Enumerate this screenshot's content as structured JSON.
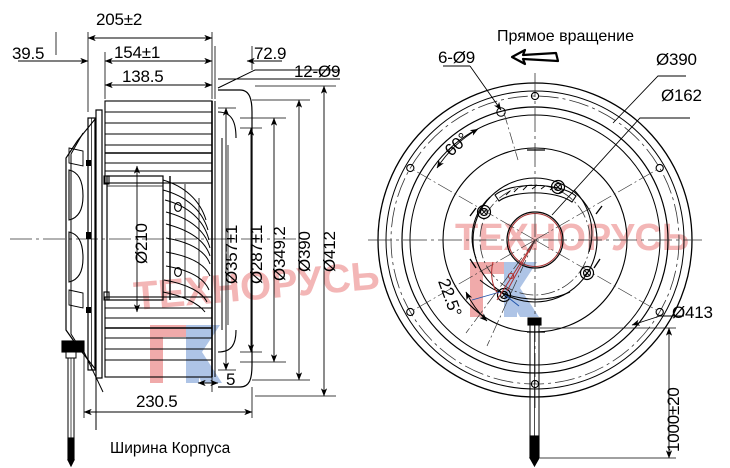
{
  "drawing": {
    "title": "Centrifugal fan backward-curved impeller assembly drawing",
    "units": "mm",
    "views": [
      {
        "name": "side-section-view",
        "caption": "Ширина Корпуса"
      },
      {
        "name": "front-circular-view",
        "caption": "Прямое вращение"
      }
    ]
  },
  "left_view": {
    "name": "side-section-view",
    "horizontal_dimensions": [
      {
        "id": "d-205",
        "value": "205±2"
      },
      {
        "id": "d-39-5",
        "value": "39.5"
      },
      {
        "id": "d-154",
        "value": "154±1"
      },
      {
        "id": "d-138-5",
        "value": "138.5"
      },
      {
        "id": "d-72-9",
        "value": "72.9"
      },
      {
        "id": "d-12-o9",
        "value": "12-Ø9"
      },
      {
        "id": "d-5",
        "value": "5"
      },
      {
        "id": "d-230-5",
        "value": "230.5"
      }
    ],
    "vertical_dimensions": [
      {
        "id": "d-o210",
        "value": "Ø210"
      },
      {
        "id": "d-o357",
        "value": "Ø357±1"
      },
      {
        "id": "d-o287",
        "value": "Ø287±1"
      },
      {
        "id": "d-o349",
        "value": "Ø349.2"
      },
      {
        "id": "d-o390",
        "value": "Ø390"
      },
      {
        "id": "d-o412",
        "value": "Ø412"
      }
    ],
    "caption": "Ширина Корпуса"
  },
  "right_view": {
    "name": "front-circular-view",
    "rotation_note": "Прямое вращение",
    "rotation_arrow": "arrow-left-icon",
    "labels": [
      {
        "id": "d-6-o9",
        "value": "6-Ø9"
      },
      {
        "id": "d-o390r",
        "value": "Ø390"
      },
      {
        "id": "d-o162",
        "value": "Ø162"
      },
      {
        "id": "d-o413",
        "value": "Ø413"
      },
      {
        "id": "a-60",
        "value": "60°"
      },
      {
        "id": "a-22-5",
        "value": "22.5°"
      },
      {
        "id": "d-1000",
        "value": "1000±20"
      }
    ]
  },
  "watermark": {
    "text": "ТЕХНОРУСЬ",
    "mark": "ТК",
    "color_red": "#f2b4b4",
    "color_blue": "#b9c9e8"
  },
  "colors": {
    "line": "#000000",
    "background": "#ffffff",
    "centerline": "#444444",
    "accent_red": "#cc2222",
    "accent_blue": "#2255aa"
  }
}
